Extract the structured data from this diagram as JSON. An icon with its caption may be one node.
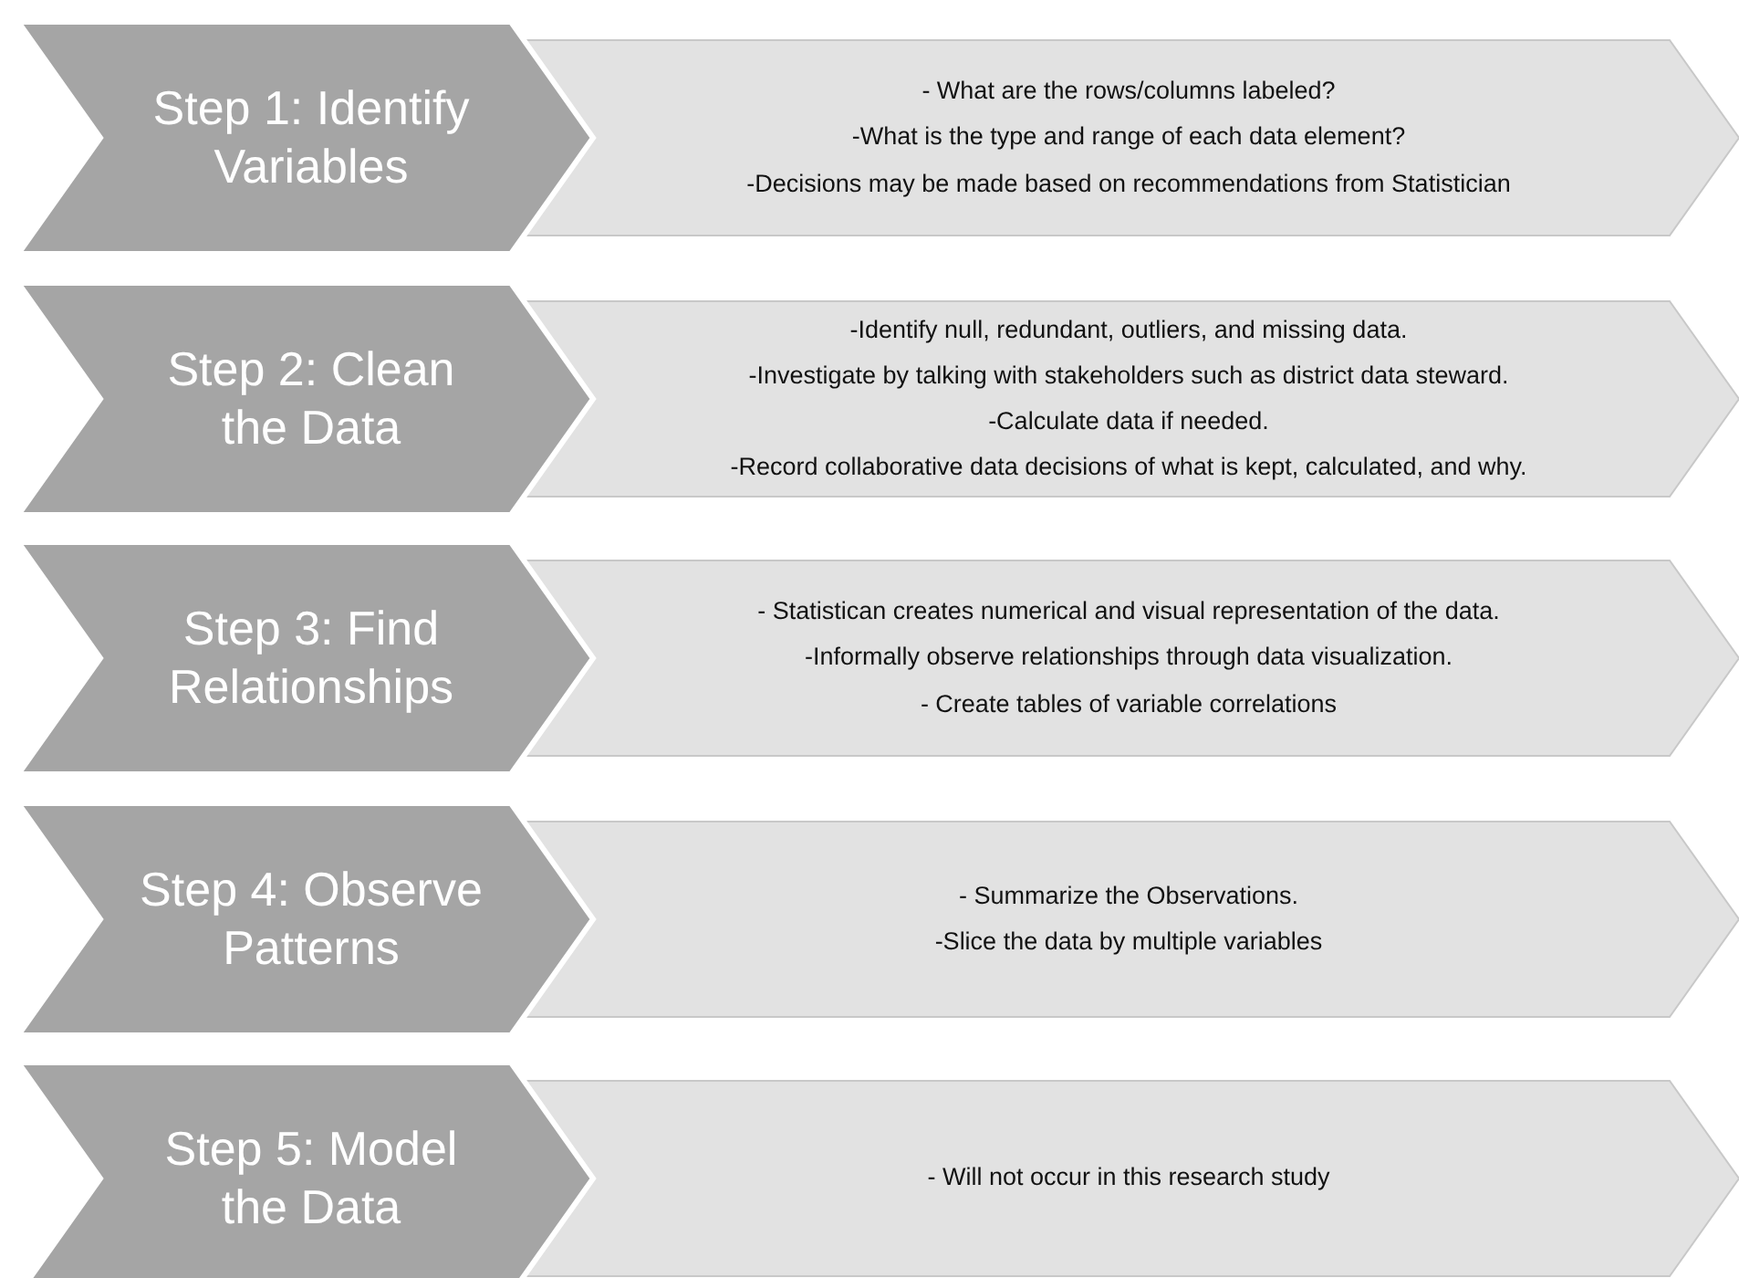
{
  "diagram": {
    "nodes": [
      {
        "text": [
          "Step 1: Identify Variables"
        ]
      },
      {
        "text": [
          "- What are the rows/columns labeled?",
          "-What is the type and range of each data element?",
          "-Decisions may be made based on recommendations from Statistician"
        ]
      },
      {
        "text": [
          "Step 2: Clean the Data"
        ]
      },
      {
        "text": [
          "-Identify null, redundant, outliers, and missing data.",
          "-Investigate by talking with stakeholders such as district data steward.",
          "-Calculate data if needed.",
          "-Record collaborative data decisions of what is kept, calculated, and why."
        ]
      },
      {
        "text": [
          "Step 3: Find Relationships"
        ]
      },
      {
        "text": [
          "- Statistican creates numerical and visual representation of the data.",
          "-Informally observe relationships through data visualization.",
          "- Create tables of variable correlations"
        ]
      },
      {
        "text": [
          "Step 4: Observe Patterns"
        ]
      },
      {
        "text": [
          "- Summarize the Observations.",
          "-Slice the data by multiple variables"
        ]
      },
      {
        "text": [
          "Step 5: Model the Data"
        ]
      },
      {
        "text": [
          "- Will not occur in this research study"
        ]
      }
    ]
  }
}
